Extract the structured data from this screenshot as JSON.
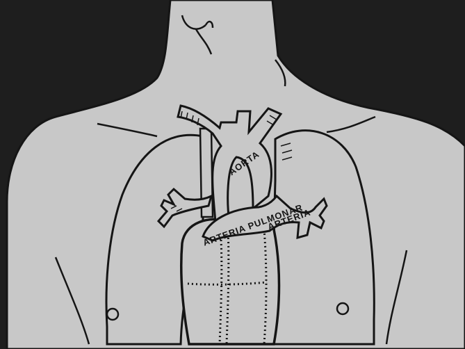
{
  "figure": {
    "colors": {
      "background": "#1e1e1e",
      "paper": "#c8c8c8",
      "ink": "#151515"
    },
    "labels": {
      "aorta": "AORTA",
      "arteria_pulmonar": "ARTERIA PULMONAR",
      "arteria_right": "ARTERIA"
    }
  }
}
